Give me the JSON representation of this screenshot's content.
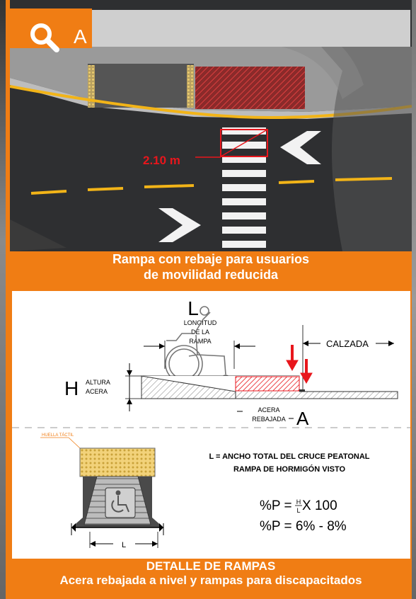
{
  "search": {
    "letter": "A"
  },
  "photo": {
    "measure_label": "2.10 m"
  },
  "caption_top": {
    "line1": "Rampa con rebaje para usuarios",
    "line2": "de movilidad reducida"
  },
  "detail": {
    "L_symbol": "L",
    "longitud_label": [
      "LONGITUD",
      "DE LA",
      "RAMPA"
    ],
    "calzada_label": "CALZADA",
    "H_symbol": "H",
    "altura_label": [
      "ALTURA",
      "ACERA"
    ],
    "acera_rebajada_label": [
      "ACERA",
      "REBAJADA"
    ],
    "A_symbol": "A",
    "huella_label": "HUELLA TÁCTIL",
    "note_line1": "L = ANCHO TOTAL DEL CRUCE PEATONAL",
    "note_line2": "RAMPA DE HORMIGÓN VISTO",
    "formula_prefix": "%P = ",
    "formula_num": "H",
    "formula_den": "L",
    "formula_suffix": " X 100",
    "formula2": "%P = 6% - 8%",
    "L_bottom": "L"
  },
  "caption_bottom": {
    "line1": "DETALLE DE RAMPAS",
    "line2": "Acera rebajada a nivel y rampas para discapacitados"
  },
  "colors": {
    "accent": "#f07d14",
    "red": "#e8161c",
    "road": "#2e2f31",
    "yellow_line": "#f2b418"
  }
}
